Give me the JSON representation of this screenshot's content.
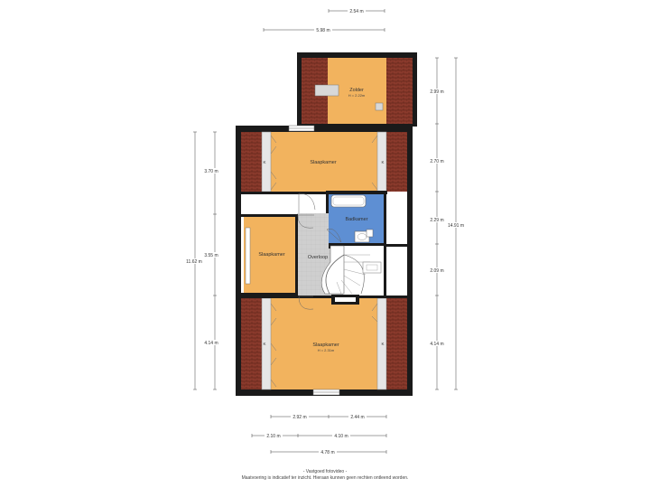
{
  "rooms": {
    "zolder": {
      "name": "Zolder",
      "height": "H = 2.22m"
    },
    "slaapkamer_top": {
      "name": "Slaapkamer"
    },
    "badkamer": {
      "name": "Badkamer"
    },
    "slaapkamer_mid": {
      "name": "Slaapkamer"
    },
    "overloop": {
      "name": "Overloop"
    },
    "slaapkamer_bottom": {
      "name": "Slaapkamer",
      "height": "H = 2.31m"
    }
  },
  "closet_label": "K",
  "dimensions": {
    "top_1": "2.54 m",
    "top_2": "5.98 m",
    "left_1": "3.70 m",
    "left_2": "3.55 m",
    "left_3": "4.14 m",
    "left_total": "11.62 m",
    "right_1": "2.99 m",
    "right_2": "2.70 m",
    "right_3": "2.29 m",
    "right_4": "2.09 m",
    "right_5": "4.14 m",
    "right_total": "14.91 m",
    "bottom_1a": "2.92 m",
    "bottom_1b": "2.44 m",
    "bottom_2a": "2.10 m",
    "bottom_2b": "4.10 m",
    "bottom_3": "4.78 m"
  },
  "footer": {
    "line1": "- Vastgoed fotovideo -",
    "line2": "Maatvoering is indicatief ter inzicht. Hieraan kunnen geen rechten ontleend worden."
  },
  "colors": {
    "wall": "#1a1a1a",
    "room": "#f2b35e",
    "bath": "#5e8fd3",
    "hall": "#cfcfcf",
    "roof": "#8a3a2c"
  }
}
